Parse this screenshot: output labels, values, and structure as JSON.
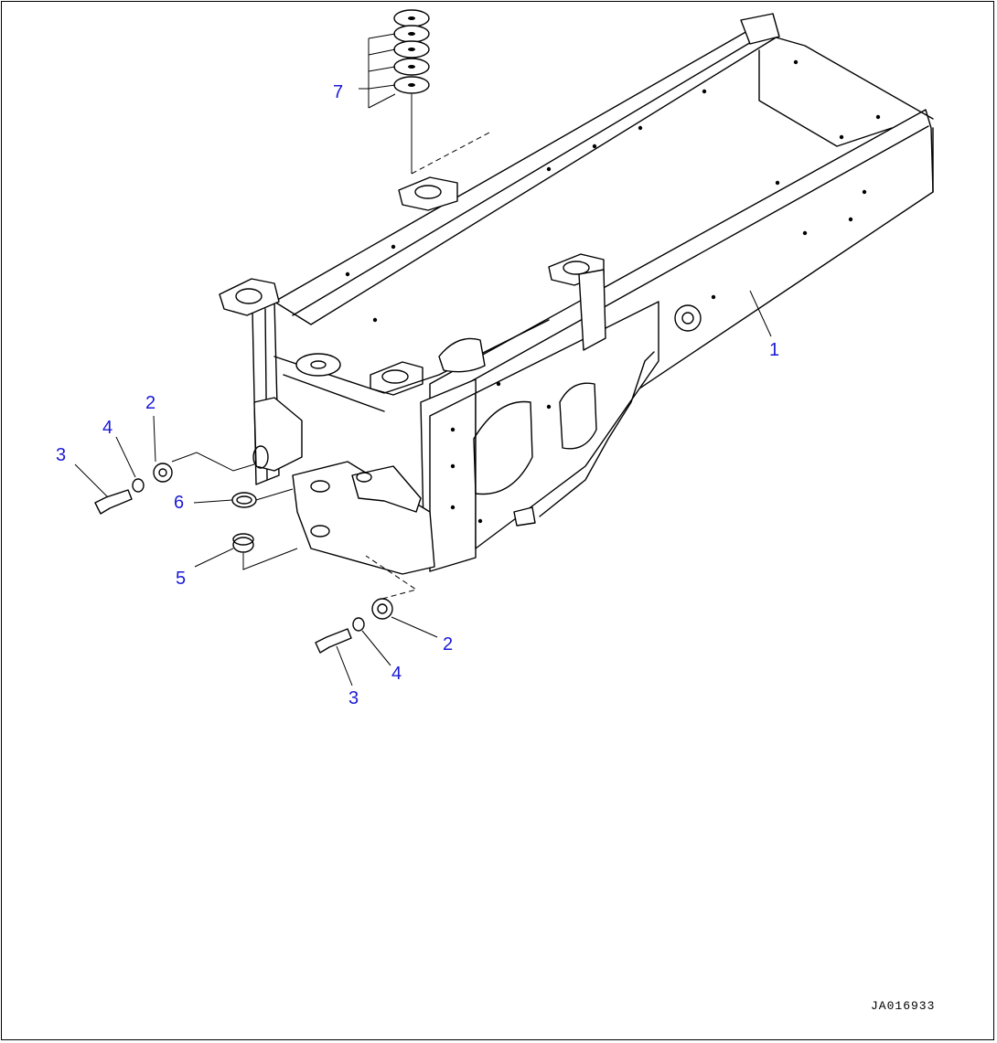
{
  "callouts": {
    "c1": "1",
    "c2a": "2",
    "c2b": "2",
    "c3a": "3",
    "c3b": "3",
    "c4a": "4",
    "c4b": "4",
    "c5": "5",
    "c6": "6",
    "c7": "7"
  },
  "drawing_id": "JA016933",
  "colors": {
    "callout": "#1a1ad6",
    "line": "#000000",
    "background": "#ffffff"
  }
}
